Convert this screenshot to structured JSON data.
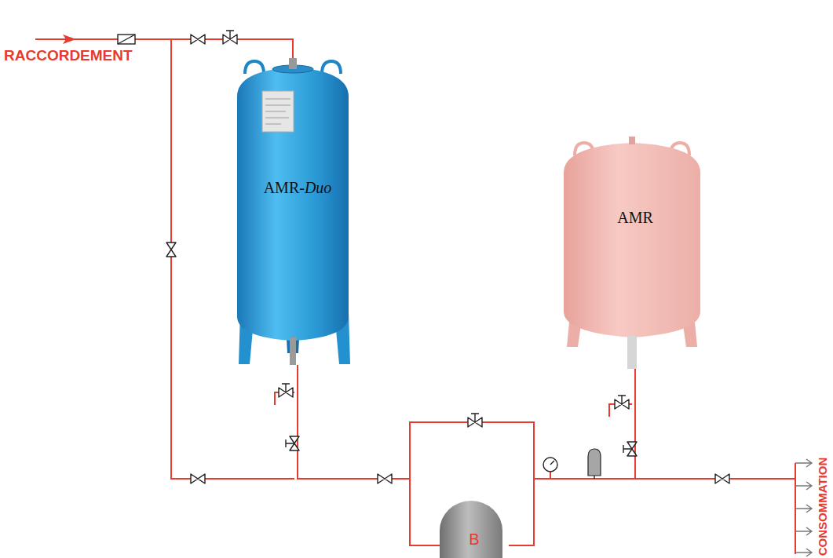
{
  "diagram": {
    "nodes": [
      {
        "text": [
          "AMR-Duo"
        ]
      },
      {
        "text": [
          "AMR"
        ]
      },
      {
        "text": [
          "B"
        ]
      }
    ],
    "edges": [
      {
        "from": 0,
        "to": 2,
        "arrow": "none"
      },
      {
        "from": 2,
        "to": 1,
        "arrow": "none"
      }
    ],
    "labels": [
      "RACCORDEMENT",
      "CONSOMMATION"
    ]
  }
}
